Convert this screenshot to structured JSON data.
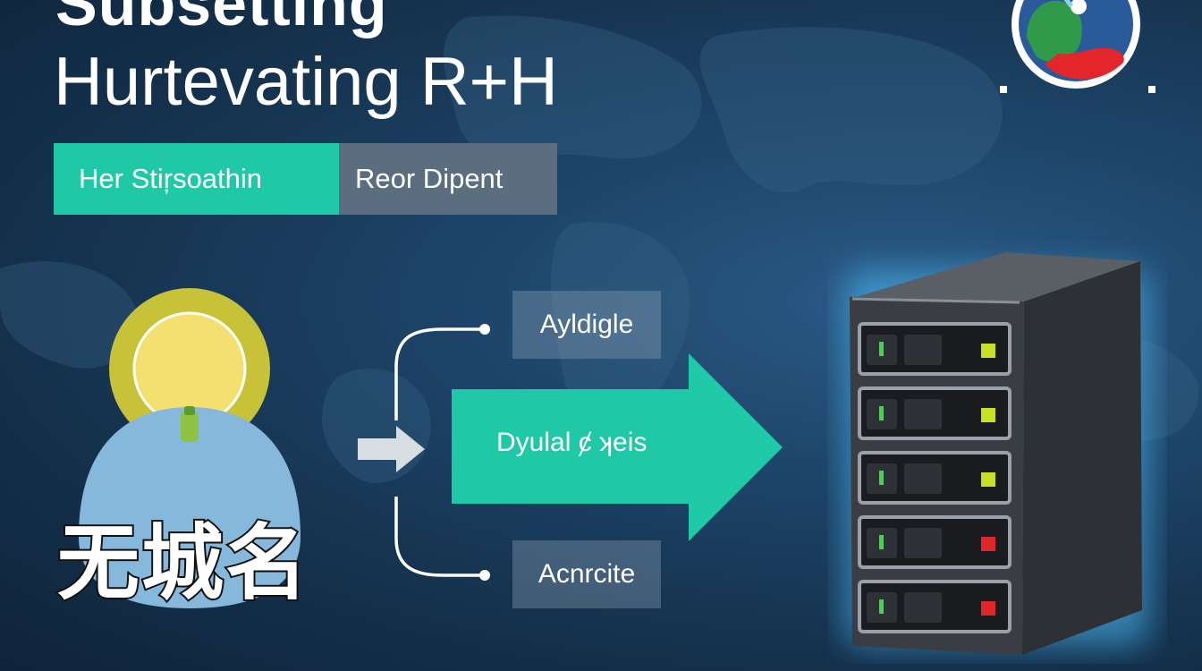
{
  "header": {
    "title_partial": "Subsetting",
    "title_main": "Hurtevating R+H"
  },
  "tabs": [
    {
      "label": "Her Stiŗsoathin",
      "active": true
    },
    {
      "label": "Reor Dipent",
      "active": false
    }
  ],
  "user": {
    "caption": "无城名"
  },
  "flow": {
    "top_label": "Ayldigle",
    "arrow_label": "Dyulal ȼ ʞeis",
    "bottom_label": "Acnrcite"
  },
  "server": {
    "units": [
      {
        "status_color": "#c8e026"
      },
      {
        "status_color": "#c8e026"
      },
      {
        "status_color": "#c8e026"
      },
      {
        "status_color": "#e0262a"
      },
      {
        "status_color": "#e0262a"
      }
    ],
    "power_led_color": "#3fd84a"
  },
  "colors": {
    "accent": "#1fc9a8",
    "logo_green": "#2e9a4a",
    "logo_red": "#e3262b",
    "logo_blue": "#2a5a9a"
  }
}
